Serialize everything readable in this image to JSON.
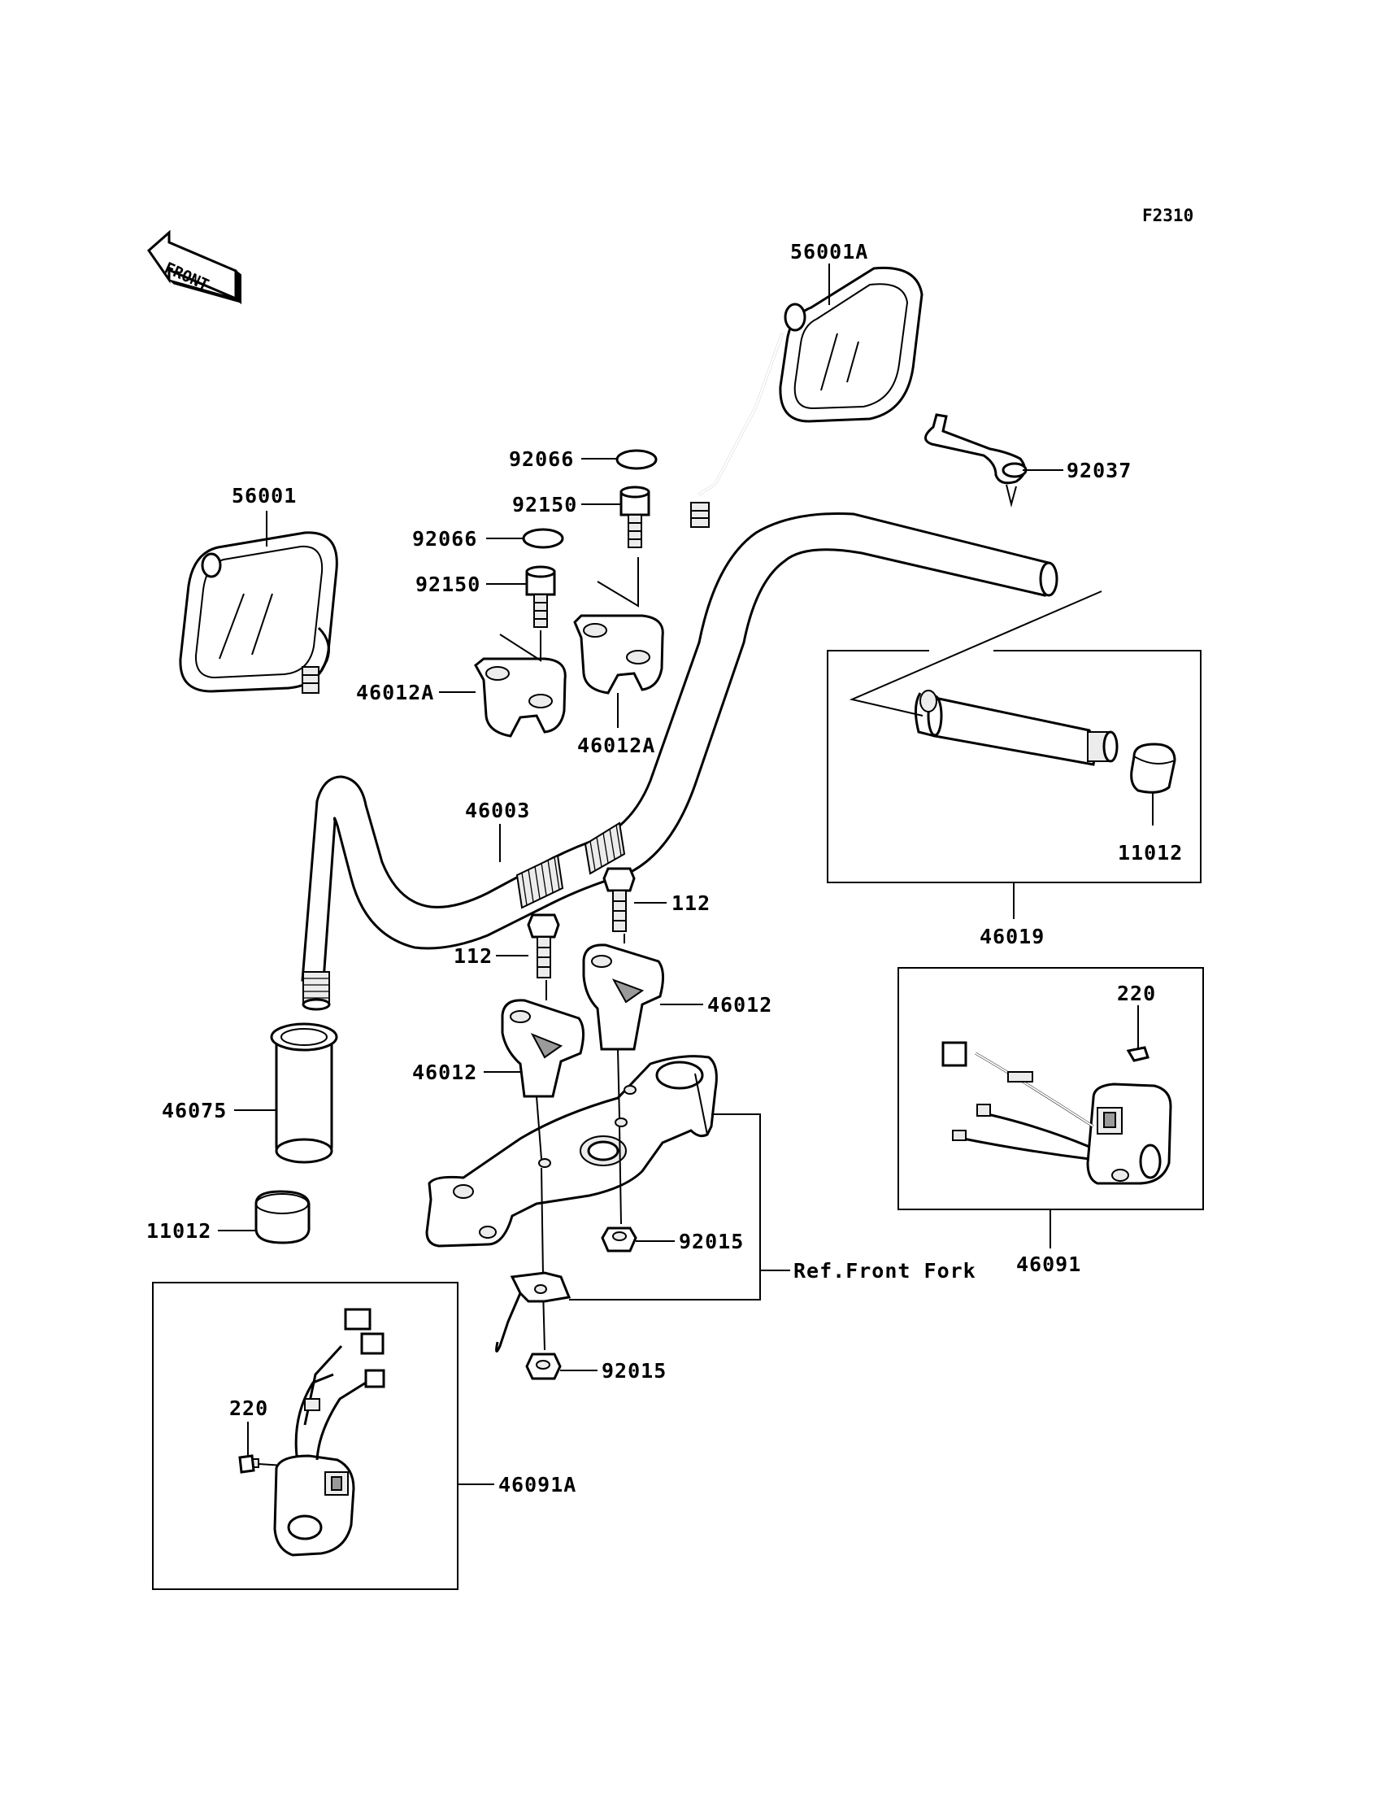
{
  "figure_code": "F2310",
  "front_label": "FRONT",
  "labels": {
    "mirror_right": "56001A",
    "mirror_left": "56001",
    "cap_upper": "92066",
    "cap_lower": "92066",
    "bolt_upper": "92150",
    "bolt_lower": "92150",
    "wrench": "92037",
    "clamp_left": "46012A",
    "clamp_right": "46012A",
    "handlebar": "46003",
    "grip_inner_cap": "11012",
    "throttle_grip_assy": "46019",
    "bolt_112_right": "112",
    "bolt_112_left": "112",
    "holder_right": "46012",
    "holder_left": "46012",
    "left_grip": "46075",
    "end_cap": "11012",
    "nut_upper": "92015",
    "nut_lower": "92015",
    "ref_front_fork": "Ref.Front Fork",
    "screw_right": "220",
    "switch_right": "46091",
    "screw_left": "220",
    "switch_left": "46091A"
  }
}
